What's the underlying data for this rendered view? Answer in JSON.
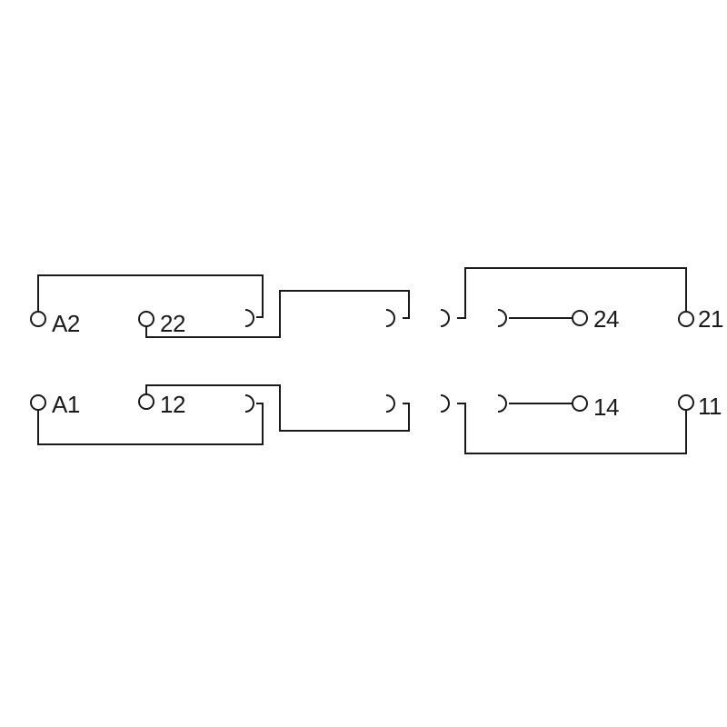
{
  "diagram": {
    "stroke_color": "#1a1a1a",
    "background": "#ffffff",
    "terminals": {
      "a2": "A2",
      "t22": "22",
      "t24": "24",
      "t21": "21",
      "a1": "A1",
      "t12": "12",
      "t14": "14",
      "t11": "11"
    }
  }
}
